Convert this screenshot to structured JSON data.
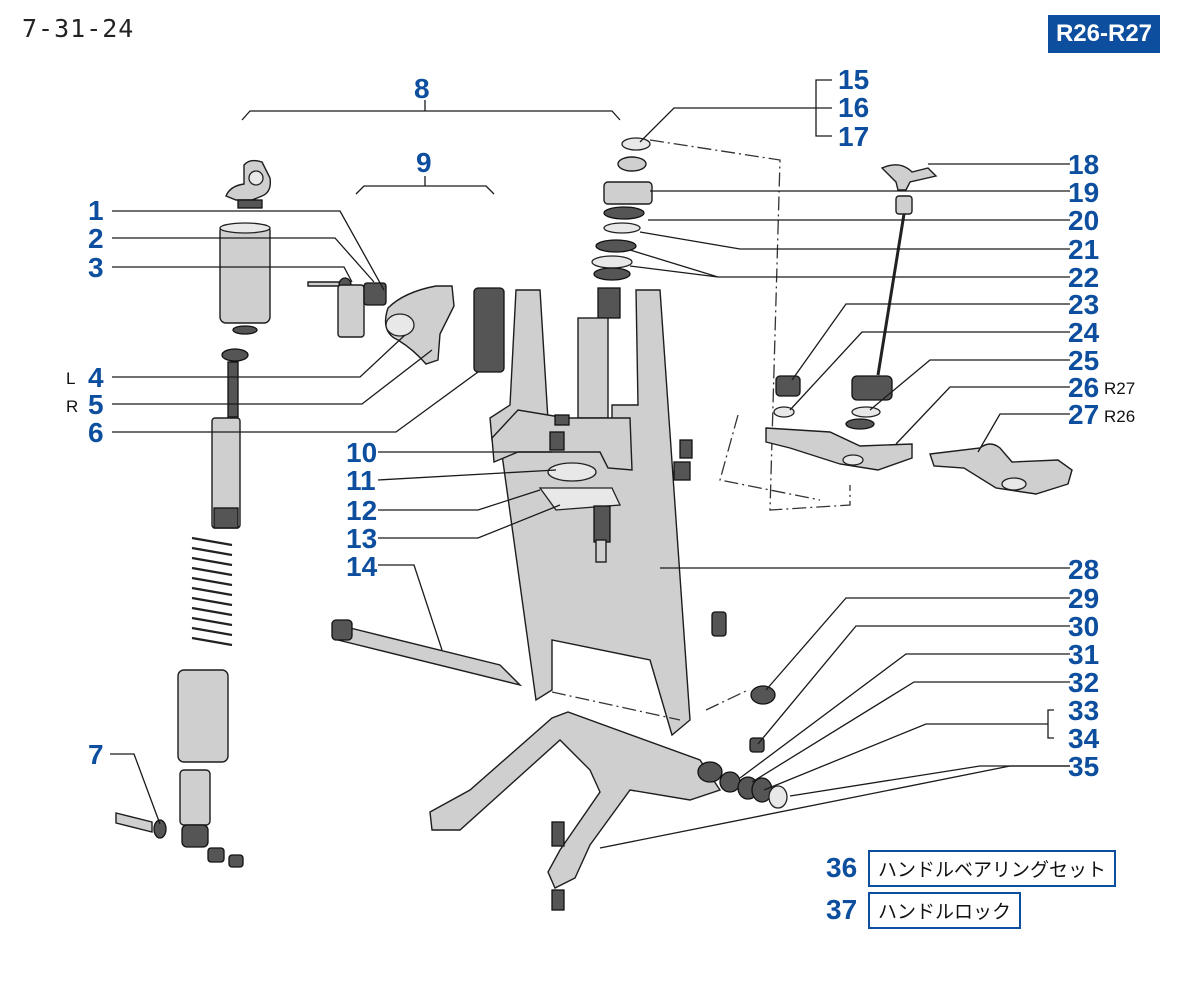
{
  "page_code": "7-31-24",
  "model_badge": "R26-R27",
  "callouts": {
    "c1": "1",
    "c2": "2",
    "c3": "3",
    "c4": "4",
    "c5": "5",
    "c6": "6",
    "c7": "7",
    "c8": "8",
    "c9": "9",
    "c10": "10",
    "c11": "11",
    "c12": "12",
    "c13": "13",
    "c14": "14",
    "c15": "15",
    "c16": "16",
    "c17": "17",
    "c18": "18",
    "c19": "19",
    "c20": "20",
    "c21": "21",
    "c22": "22",
    "c23": "23",
    "c24": "24",
    "c25": "25",
    "c26": "26",
    "c27": "27",
    "c28": "28",
    "c29": "29",
    "c30": "30",
    "c31": "31",
    "c32": "32",
    "c33": "33",
    "c34": "34",
    "c35": "35"
  },
  "side_labels": {
    "left": "L",
    "right": "R"
  },
  "variant_labels": {
    "r27": "R27",
    "r26": "R26"
  },
  "kits": [
    {
      "number": "36",
      "label": "ハンドルベアリングセット"
    },
    {
      "number": "37",
      "label": "ハンドルロック"
    }
  ],
  "colors": {
    "accent": "#0d4f9e",
    "line": "#1a1a1a"
  }
}
